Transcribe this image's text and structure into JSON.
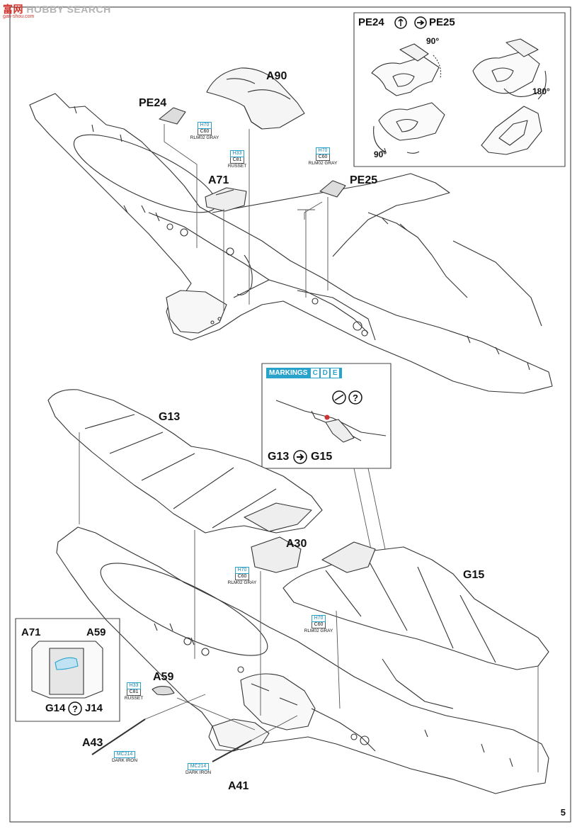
{
  "watermark": {
    "text_a": "富网",
    "text_b": "HOBBY SEARCH",
    "sub": "gan-shou.com"
  },
  "parts": {
    "a90": "A90",
    "pe24": "PE24",
    "pe25": "PE25",
    "a71": "A71",
    "g13": "G13",
    "g15": "G15",
    "a30": "A30",
    "a59": "A59",
    "a43": "A43",
    "a41": "A41"
  },
  "inset_top": {
    "left": "PE24",
    "right": "PE25",
    "angle_a": "90°",
    "angle_b": "180°",
    "angle_c": "90°"
  },
  "inset_markings": {
    "label": "MARKINGS",
    "letters": [
      "C",
      "D",
      "E"
    ],
    "from": "G13",
    "to": "G15"
  },
  "inset_left": {
    "a71": "A71",
    "a59": "A59",
    "g14": "G14",
    "j14": "J14"
  },
  "paints": {
    "pe24_gray": {
      "code": "H70",
      "code2": "C60",
      "name": "RLM02 GRAY"
    },
    "a71_russet": {
      "code": "H33",
      "code2": "C81",
      "name": "RUSSET"
    },
    "pe25_gray": {
      "code": "H70",
      "code2": "C60",
      "name": "RLM02 GRAY"
    },
    "a30_gray": {
      "code": "H70",
      "code2": "C60",
      "name": "RLM02 GRAY"
    },
    "g15_gray": {
      "code": "H70",
      "code2": "C60",
      "name": "RLM02 GRAY"
    },
    "a59_russet": {
      "code": "H33",
      "code2": "C81",
      "name": "RUSSET"
    },
    "a43_iron": {
      "code": "MC214",
      "name": "DARK IRON"
    },
    "a41_iron": {
      "code": "MC214",
      "name": "DARK IRON"
    }
  },
  "page_number": "5"
}
